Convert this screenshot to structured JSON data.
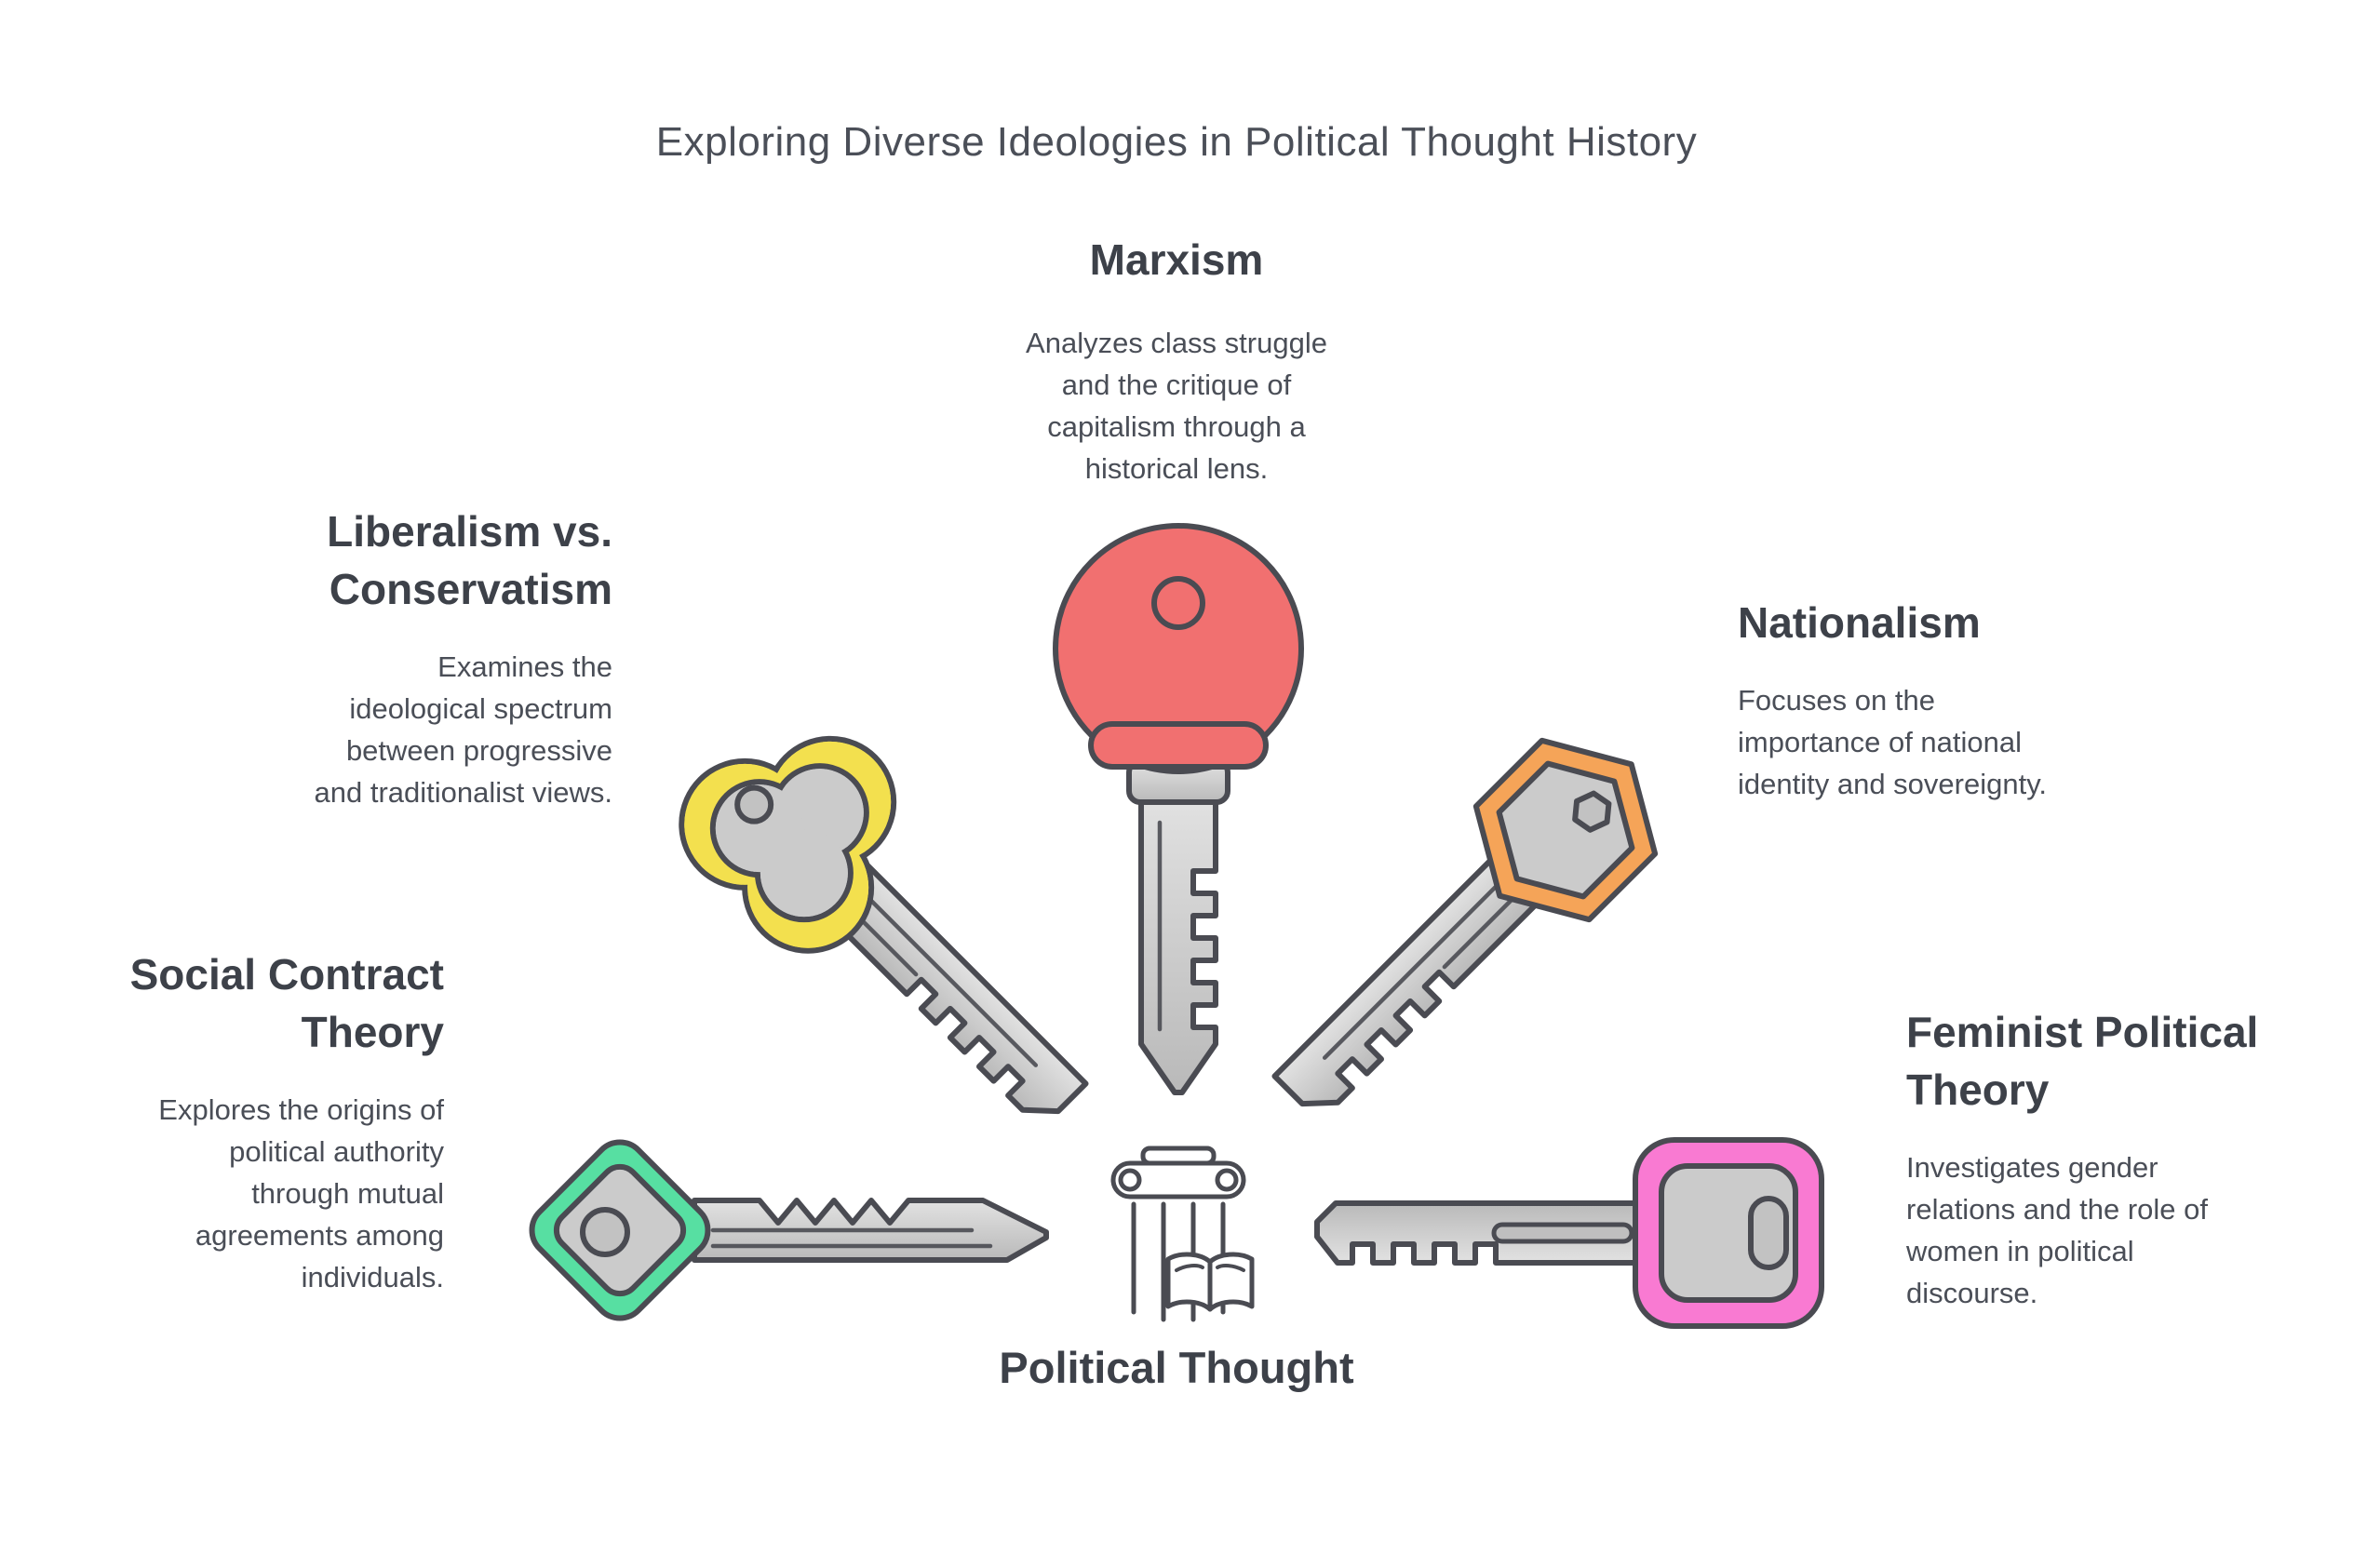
{
  "title": "Exploring Diverse Ideologies in Political Thought History",
  "center": {
    "label": "Political Thought"
  },
  "colors": {
    "outline": "#4a4b52",
    "marxism_key": "#f17070",
    "liberalism_key": "#f3e04e",
    "nationalism_key": "#f5a458",
    "social_contract_key": "#57dfa2",
    "feminist_key": "#f97ad2"
  },
  "topics": {
    "marxism": {
      "title": "Marxism",
      "description": "Analyzes class struggle\nand the critique of\ncapitalism through a\nhistorical lens."
    },
    "liberalism_conservatism": {
      "title": "Liberalism vs.\nConservatism",
      "description": "Examines the\nideological spectrum\nbetween progressive\nand traditionalist views."
    },
    "nationalism": {
      "title": "Nationalism",
      "description": "Focuses on the\nimportance of national\nidentity and sovereignty."
    },
    "social_contract": {
      "title": "Social Contract\nTheory",
      "description": "Explores the origins of\npolitical authority\nthrough mutual\nagreements among\nindividuals."
    },
    "feminist": {
      "title": "Feminist Political\nTheory",
      "description": "Investigates gender\nrelations and the role of\nwomen in political\ndiscourse."
    }
  }
}
